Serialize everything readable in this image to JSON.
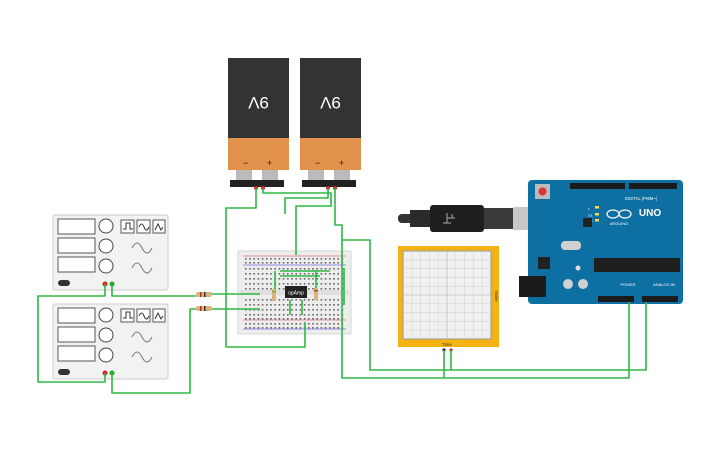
{
  "battery": {
    "label": "9V",
    "minus": "−",
    "plus": "+"
  },
  "opamp": {
    "label": "opAmp"
  },
  "oscilloscope": {
    "x_label": "Time",
    "y_label": "Value"
  },
  "arduino": {
    "model": "UNO",
    "brand": "ARDUINO",
    "digital_label": "DIGITAL (PWM~)",
    "power_label": "POWER",
    "analog_label": "ANALOG IN",
    "led_tx": "TX",
    "led_rx": "RX",
    "led_l": "L"
  },
  "colors": {
    "wire": "#2db843",
    "board": "#0e6fa3",
    "battery_body": "#333333",
    "battery_cap": "#e2924a",
    "scope_frame": "#f5b313",
    "breadboard": "#ededed"
  }
}
